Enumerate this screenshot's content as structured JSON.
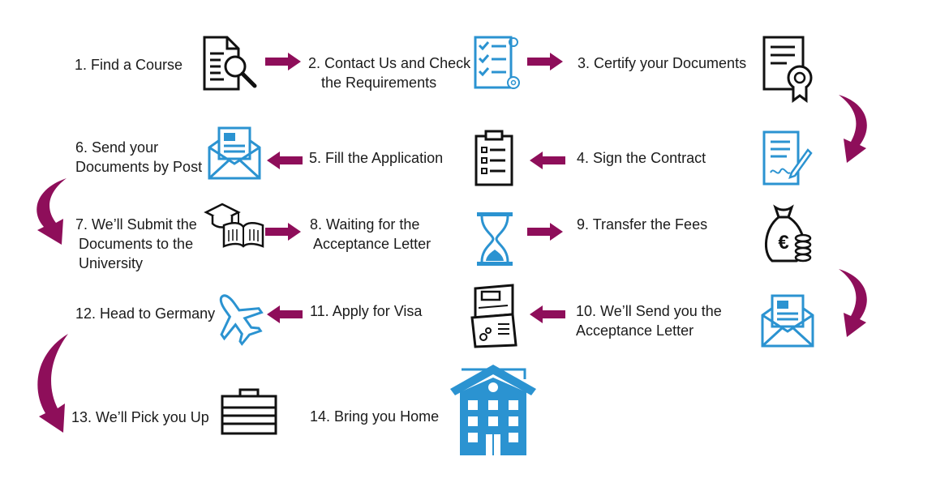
{
  "colors": {
    "accent": "#8e0e5a",
    "blue": "#2b93d1",
    "ink": "#111111"
  },
  "steps": [
    {
      "lines": [
        "1. Find a Course"
      ],
      "icon": "document-search-icon"
    },
    {
      "lines": [
        "2. Contact Us and Check",
        "the Requirements"
      ],
      "icon": "checklist-icon"
    },
    {
      "lines": [
        "3. Certify your Documents"
      ],
      "icon": "certificate-icon"
    },
    {
      "lines": [
        "4. Sign the Contract"
      ],
      "icon": "signed-contract-icon"
    },
    {
      "lines": [
        "5. Fill the Application"
      ],
      "icon": "application-form-icon"
    },
    {
      "lines": [
        "6. Send your",
        "Documents by Post"
      ],
      "icon": "envelope-letter-icon"
    },
    {
      "lines": [
        "7. We’ll Submit the",
        "Documents to the",
        "University"
      ],
      "icon": "graduation-book-icon"
    },
    {
      "lines": [
        "8. Waiting for the",
        "Acceptance Letter"
      ],
      "icon": ""
    },
    {
      "lines": [
        "9. Transfer the Fees"
      ],
      "icon": "hourglass-icon"
    },
    {
      "lines": [
        "10. We’ll Send you the",
        "Acceptance Letter"
      ],
      "icon": "envelope-letter-icon"
    },
    {
      "lines": [
        "11. Apply for Visa"
      ],
      "icon": "passport-icon"
    },
    {
      "lines": [
        "12. Head to Germany"
      ],
      "icon": "airplane-icon"
    },
    {
      "lines": [
        "13. We’ll  Pick you Up"
      ],
      "icon": "briefcase-icon"
    },
    {
      "lines": [
        "14. Bring you Home"
      ],
      "icon": "house-icon"
    }
  ],
  "extra_icons": [
    "money-bag-euro-icon"
  ]
}
